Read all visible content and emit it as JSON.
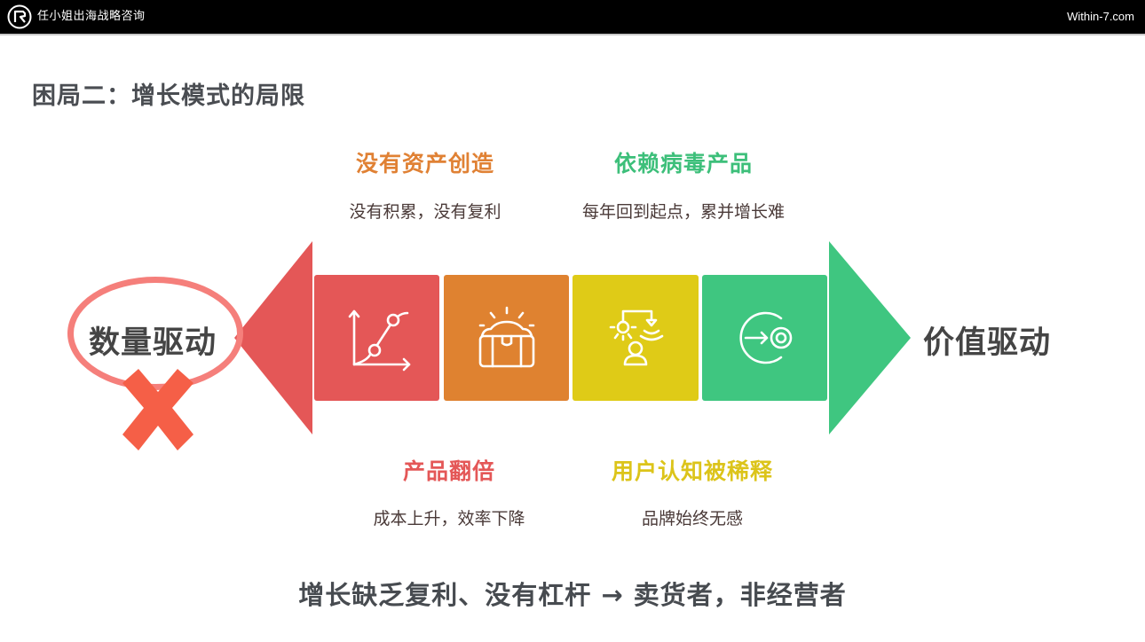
{
  "header": {
    "brand": "任小姐出海战略咨询",
    "site": "Within-7.com",
    "logo_icon": "circle-logo-icon"
  },
  "page_title": "困局二：增长模式的局限",
  "diagram": {
    "left_label": "数量驱动",
    "right_label": "价值驱动",
    "rejected_mark": "x-mark",
    "colors": {
      "red": "#e45757",
      "orange": "#df8230",
      "yellow": "#dfcb17",
      "green": "#3fc680",
      "ellipse": "#f57f7b",
      "cross": "#f55f47"
    },
    "top_labels": [
      {
        "title": "没有资产创造",
        "desc": "没有积累，没有复利",
        "color": "#e08134"
      },
      {
        "title": "依赖病毒产品",
        "desc": "每年回到起点，累并增长难",
        "color": "#3dbf7a"
      }
    ],
    "bottom_labels": [
      {
        "title": "产品翻倍",
        "desc": "成本上升，效率下降",
        "color": "#e45757"
      },
      {
        "title": "用户认知被稀释",
        "desc": "品牌始终无感",
        "color": "#dcc41a"
      }
    ],
    "boxes": [
      {
        "icon": "growth-chart-icon"
      },
      {
        "icon": "treasure-chest-icon"
      },
      {
        "icon": "influence-signal-icon"
      },
      {
        "icon": "target-arrow-icon"
      }
    ]
  },
  "conclusion": "增长缺乏复利、没有杠杆 → 卖货者，非经营者"
}
